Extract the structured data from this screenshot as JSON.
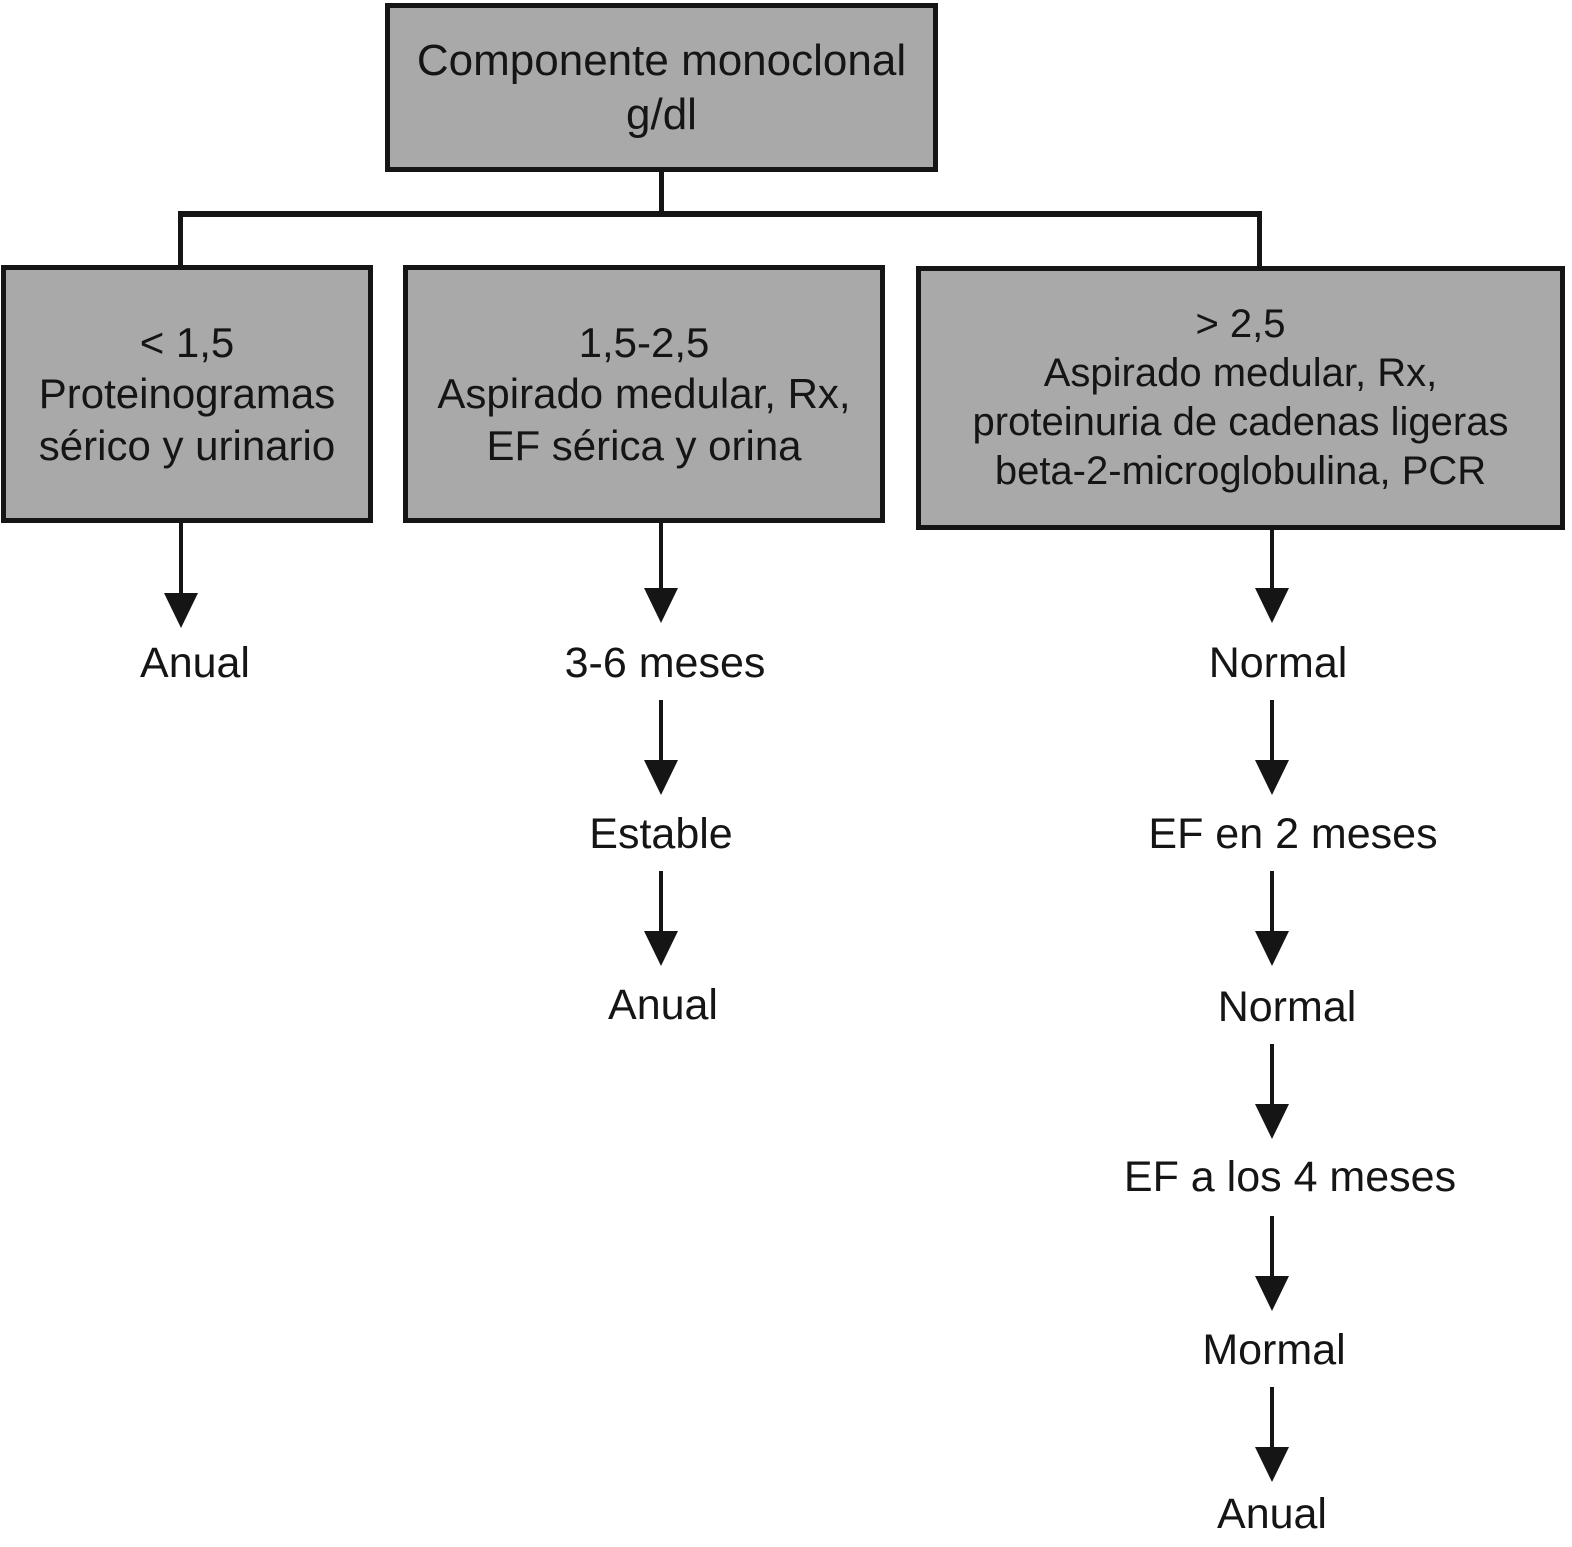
{
  "diagram": {
    "background_color": "#ffffff",
    "box_fill_color": "#a9a9a9",
    "box_border_color": "#151515",
    "ink_color": "#151515",
    "root_box": {
      "line1": "Componente monoclonal",
      "line2": "g/dl"
    },
    "branches": [
      {
        "box": {
          "line1": "< 1,5",
          "line2": "Proteinogramas",
          "line3": "sérico y urinario"
        },
        "steps": [
          "Anual"
        ]
      },
      {
        "box": {
          "line1": "1,5-2,5",
          "line2": "Aspirado medular, Rx,",
          "line3": "EF sérica y orina"
        },
        "steps": [
          "3-6 meses",
          "Estable",
          "Anual"
        ]
      },
      {
        "box": {
          "line1": "> 2,5",
          "line2": "Aspirado medular, Rx,",
          "line3": "proteinuria de cadenas ligeras",
          "line4": "beta-2-microglobulina, PCR"
        },
        "steps": [
          "Normal",
          "EF en 2 meses",
          "Normal",
          "EF a los 4 meses",
          "Mormal",
          "Anual"
        ]
      }
    ]
  }
}
